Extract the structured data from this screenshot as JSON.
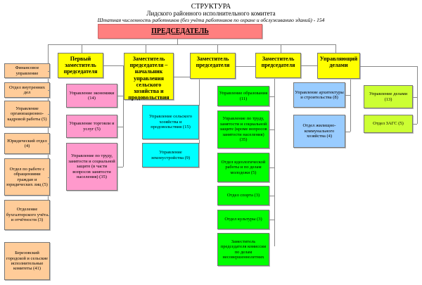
{
  "header": {
    "title": "СТРУКТУРА",
    "subtitle": "Лидского районного исполнительного комитета",
    "staff_note": "Штатная численность работников (без учёта работников по охране и обслуживанию зданий) - 154"
  },
  "chairman": "ПРЕДСЕДАТЕЛЬ",
  "colors": {
    "chairman": "#ff7f7f",
    "head": "#ffff00",
    "left": "#ffcc99",
    "pink": "#ff99cc",
    "cyan": "#00ffff",
    "green": "#00ff00",
    "blue": "#99ccff",
    "lime": "#ccff33"
  },
  "left_units": [
    "Финансовое управление",
    "Отдел внутренних дел",
    "Управление организационно-кадровой работы (5)",
    "Юридический отдел (4)",
    "Отдел по работе с обращениями граждан и юридических лиц (5)",
    "Отделение бухгалтерского учёта и отчётности (3)",
    "Березовский городской и сельские исполнительные комитеты (41)"
  ],
  "branches": [
    {
      "head": "Первый заместитель председателя",
      "units": [
        "Управление экономики (14)",
        "Управление торговли и услуг (5)",
        "Управление по труду, занятости и социальной защите (в части вопросов занятости населения) (35)"
      ]
    },
    {
      "head": "Заместитель председателя – начальник управления сельского хозяйства и продовольствия",
      "units": [
        "Управление сельского хозяйства и продовольствия (15)",
        "Управление землеустройства (9)"
      ]
    },
    {
      "head": "Заместитель председателя",
      "units": [
        "Управление образования (11)",
        "Управление по труду, занятости и социальной защите (кроме вопросов занятости населения) (35)",
        "Отдел идеологической работы и по делам молодежи (5)",
        "Отдел спорта (3)",
        "Отдел культуры (3)",
        "Заместитель председателя комиссии по делам несовершеннолетних"
      ]
    },
    {
      "head": "Заместитель председателя",
      "units": [
        "Управление архитектуры и строительства (8)",
        "Отдел жилищно-коммунального хозяйства (4)"
      ]
    },
    {
      "head": "Управляющий делами",
      "units": [
        "Управление делами (13)",
        "Отдел ЗАГС (5)"
      ]
    }
  ]
}
